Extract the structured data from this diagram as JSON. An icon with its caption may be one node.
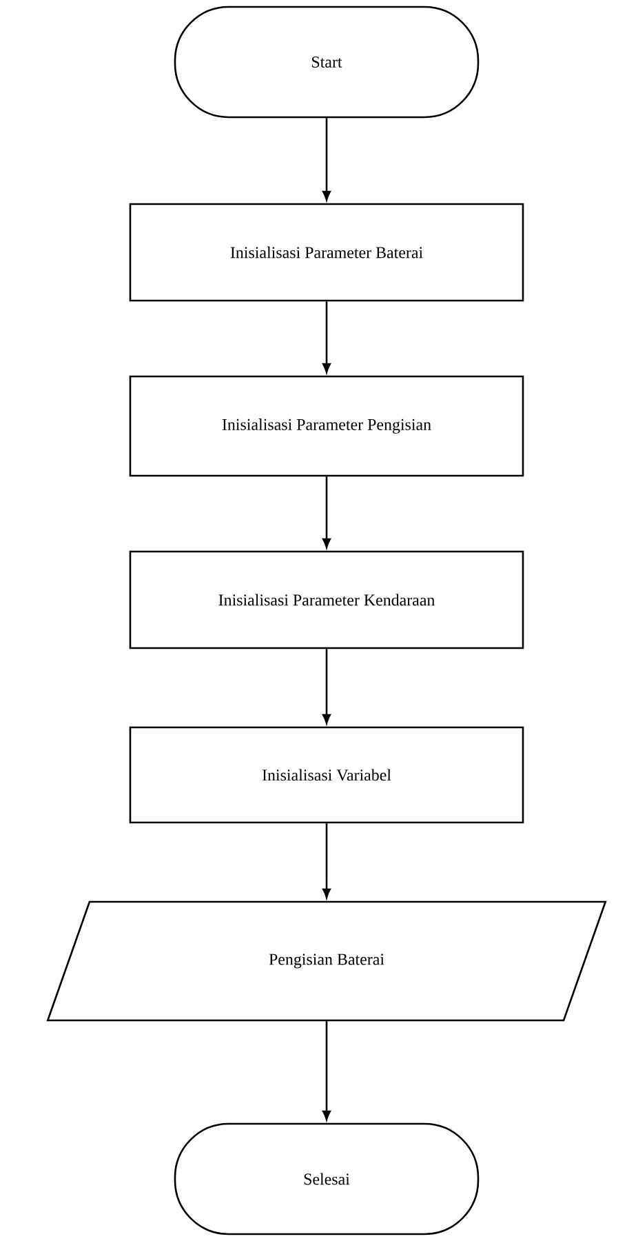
{
  "diagram": {
    "nodes": [
      {
        "text": [
          "Start"
        ]
      },
      {
        "text": [
          "Inisialisasi Parameter Baterai"
        ]
      },
      {
        "text": [
          "Inisialisasi Parameter Pengisian"
        ]
      },
      {
        "text": [
          "Inisialisasi Parameter Kendaraan"
        ]
      },
      {
        "text": [
          "Inisialisasi Variabel"
        ]
      },
      {
        "text": [
          "Pengisian Baterai"
        ]
      },
      {
        "text": [
          "Selesai"
        ]
      }
    ],
    "edges": [
      {
        "from": 0,
        "to": 1,
        "arrow": "to"
      },
      {
        "from": 1,
        "to": 2,
        "arrow": "to"
      },
      {
        "from": 2,
        "to": 3,
        "arrow": "to"
      },
      {
        "from": 3,
        "to": 4,
        "arrow": "to"
      },
      {
        "from": 4,
        "to": 5,
        "arrow": "to"
      },
      {
        "from": 5,
        "to": 6,
        "arrow": "to"
      }
    ]
  }
}
